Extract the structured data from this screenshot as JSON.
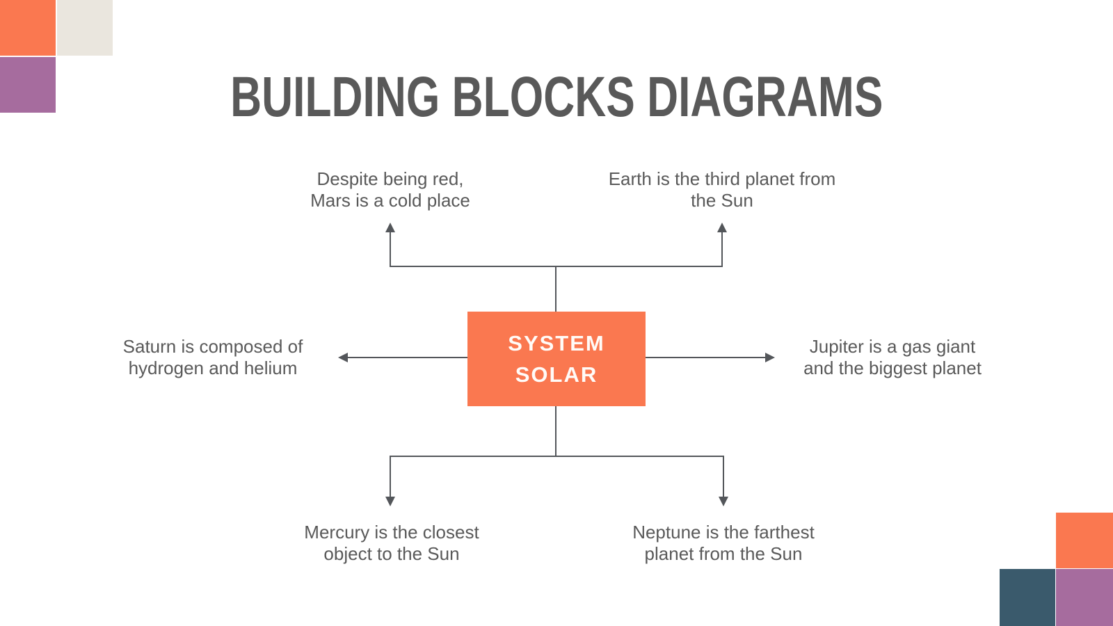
{
  "title": "BUILDING BLOCKS DIAGRAMS",
  "diagram": {
    "center": {
      "line1": "SYSTEM",
      "line2": "SOLAR"
    },
    "branches": {
      "top_left": {
        "line1": "Despite being red,",
        "line2": "Mars is a cold place"
      },
      "top_right": {
        "line1": "Earth is the third planet from",
        "line2": "the Sun"
      },
      "left": {
        "line1": "Saturn is composed of",
        "line2": "hydrogen and helium"
      },
      "right": {
        "line1": "Jupiter is a gas giant",
        "line2": "and the biggest planet"
      },
      "bottom_left": {
        "line1": "Mercury is the closest",
        "line2": "object to the Sun"
      },
      "bottom_right": {
        "line1": "Neptune is the farthest",
        "line2": "planet from the Sun"
      }
    }
  },
  "colors": {
    "accent_orange": "#FA7850",
    "purple": "#A66C9E",
    "slate": "#3A5A6C",
    "cream": "#EAE6DE",
    "text_gray": "#595959",
    "line_gray": "#53565A",
    "node_text": "#FFFBF8",
    "background": "#FFFFFF"
  }
}
